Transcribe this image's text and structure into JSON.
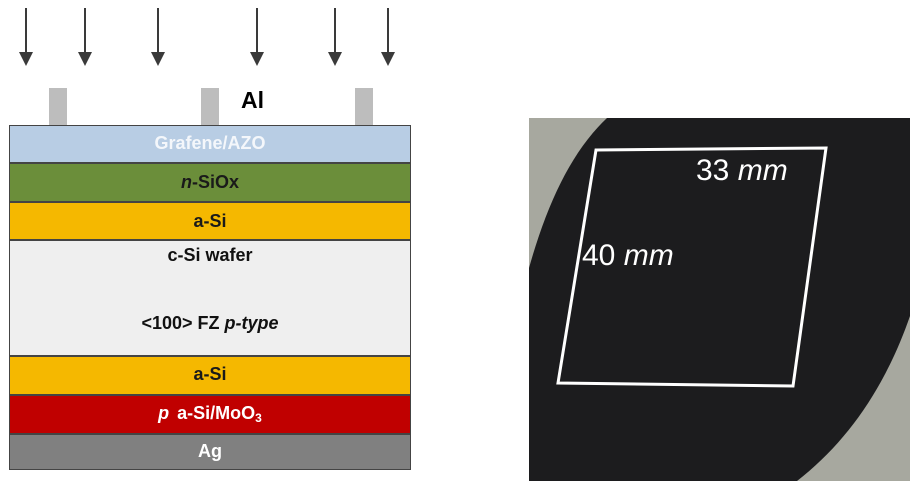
{
  "left_diagram": {
    "contact_label": "Al",
    "layers": {
      "top_electrode": "Grafene/AZO",
      "n_layer_prefix": "n",
      "n_layer_rest": "-SiOx",
      "passivation_top": "a-Si",
      "wafer_name": "c-Si wafer",
      "wafer_orientation": "<100> FZ ",
      "wafer_doping": "p-type",
      "passivation_bottom": "a-Si",
      "p_layer_prefix": "p",
      "p_layer_rest": "a-Si/MoO",
      "p_layer_sub": "3",
      "back_contact": "Ag"
    },
    "colors": {
      "top_electrode": "#b8cde4",
      "n_layer": "#6b8e3a",
      "a_si": "#f5b800",
      "wafer": "#efefef",
      "p_layer": "#c00000",
      "back_contact": "#808080",
      "al_fingers": "#bdbdbd"
    },
    "arrow_count": 6,
    "finger_count": 3
  },
  "right_photo": {
    "width_label_value": "33",
    "width_label_unit": "mm",
    "height_label_value": "40",
    "height_label_unit": "mm",
    "colors": {
      "background": "#a7a89f",
      "sample": "#1c1c1e",
      "outline": "#ffffff"
    }
  }
}
